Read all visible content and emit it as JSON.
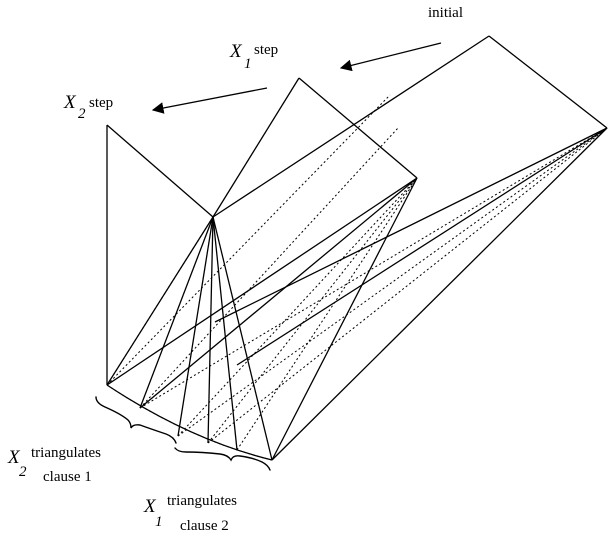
{
  "labels": {
    "initial": "initial",
    "x1_step": {
      "var": "X",
      "sub": "1",
      "text": "step"
    },
    "x2_step": {
      "var": "X",
      "sub": "2",
      "text": "step"
    },
    "x2_triangulates": {
      "var": "X",
      "sub": "2",
      "line1": "triangulates",
      "line2": "clause 1"
    },
    "x1_triangulates": {
      "var": "X",
      "sub": "1",
      "line1": "triangulates",
      "line2": "clause 2"
    }
  },
  "colors": {
    "line": "#000000",
    "background": "#ffffff"
  }
}
